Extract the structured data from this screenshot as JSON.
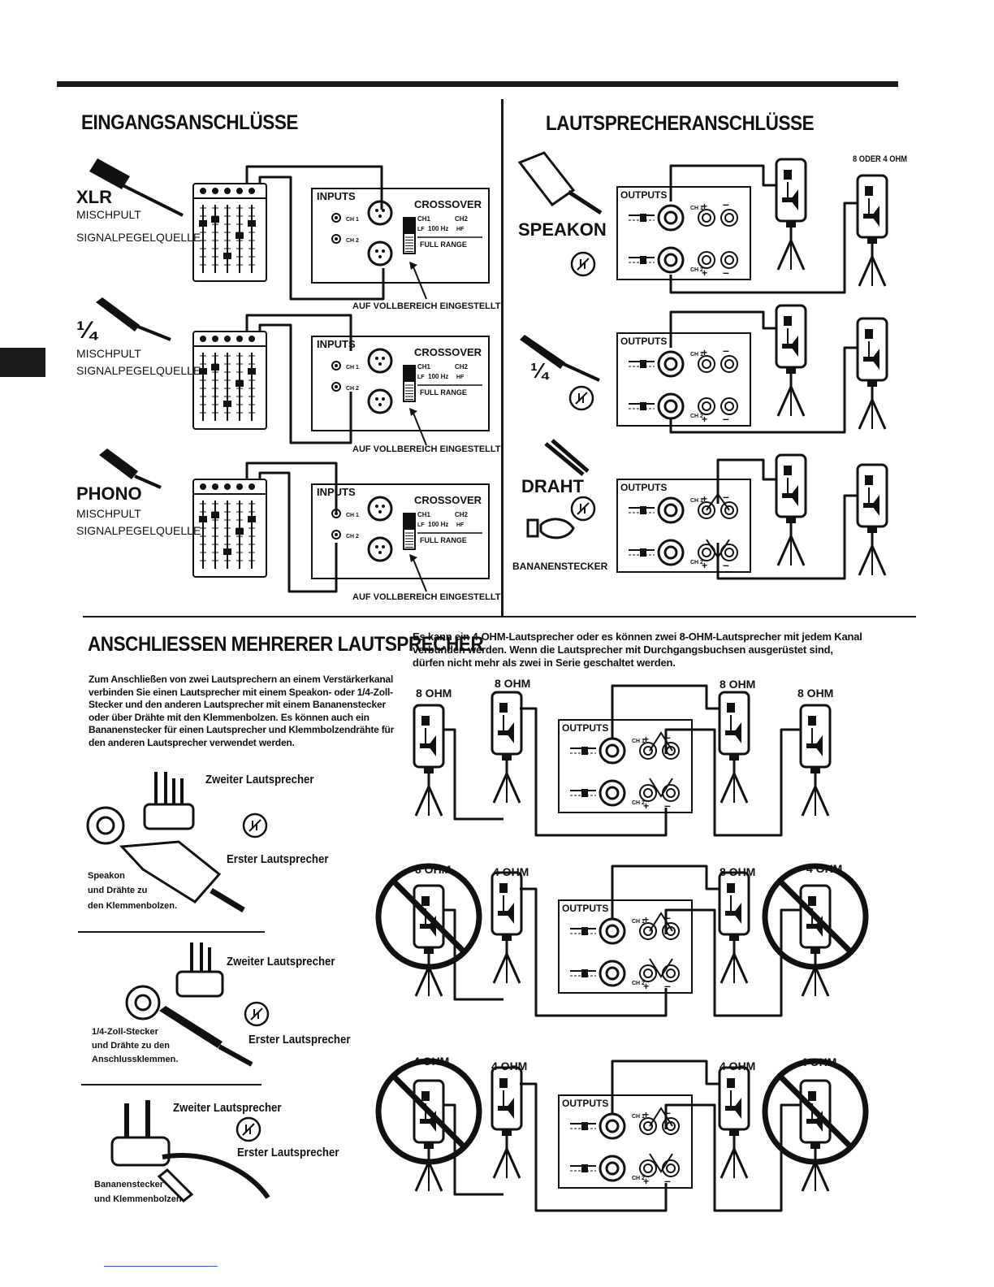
{
  "sections": {
    "inputs_title": "EINGANGSANSCHLÜSSE",
    "speakers_title": "LAUTSPRECHERANSCHLÜSSE",
    "multi_title": "ANSCHLIESSEN MEHRERER LAUTSPRECHER"
  },
  "input_rows": [
    {
      "connector": "XLR",
      "line1": "MISCHPULT",
      "line2": "SIGNALPEGELQUELLE",
      "note": "AUF VOLLBEREICH EINGESTELLT"
    },
    {
      "connector": "¼",
      "line1": "MISCHPULT",
      "line2": "SIGNALPEGELQUELLE",
      "note": "AUF VOLLBEREICH EINGESTELLT"
    },
    {
      "connector": "PHONO",
      "line1": "MISCHPULT",
      "line2": "SIGNALPEGELQUELLE",
      "note": "AUF VOLLBEREICH EINGESTELLT"
    }
  ],
  "amp_panel": {
    "inputs": "INPUTS",
    "crossover": "CROSSOVER",
    "ch1": "CH 1",
    "ch2": "CH 2",
    "ch1_short": "CH1",
    "ch2_short": "CH2",
    "freq": "100 Hz",
    "lf": "LF",
    "hf": "HF",
    "full_range": "FULL RANGE",
    "outputs": "OUTPUTS"
  },
  "speaker_rows": [
    {
      "connector": "SPEAKON",
      "ohm": "8 ODER 4 OHM"
    },
    {
      "connector": "¼"
    },
    {
      "connector": "DRAHT",
      "extra": "BANANENSTECKER"
    }
  ],
  "multi_text": {
    "left_para": "Zum Anschließen von zwei Lautsprechern an einem Verstärkerkanal verbinden Sie einen Lautsprecher mit einem Speakon- oder 1/4-Zoll-Stecker und den anderen Lautsprecher mit einem Bananenstecker oder über Drähte mit den Klemmenbolzen. Es können auch ein Bananenstecker für einen Lautsprecher und Klemmbolzendrähte für den anderen Lautsprecher verwendet werden.",
    "right_para": "Es kann ein 4-OHM-Lautsprecher oder es können zwei 8-OHM-Lautsprecher mit jedem Kanal verbunden werden. Wenn die Lautsprecher mit Durchgangsbuchsen ausgerüstet sind, dürfen nicht mehr als zwei in Serie geschaltet werden."
  },
  "connector_examples": [
    {
      "second": "Zweiter Lautsprecher",
      "first": "Erster Lautsprecher",
      "caption": [
        "Speakon",
        "und Drähte zu",
        "den Klemmenbolzen."
      ]
    },
    {
      "second": "Zweiter Lautsprecher",
      "first": "Erster Lautsprecher",
      "caption": [
        "1/4-Zoll-Stecker",
        "und Drähte zu den",
        "Anschlussklemmen."
      ]
    },
    {
      "second": "Zweiter Lautsprecher",
      "first": "Erster Lautsprecher",
      "caption": [
        "Bananenstecker",
        "und Klemmenbolzen"
      ]
    }
  ],
  "multi_rows": [
    {
      "ohms": [
        "8 OHM",
        "8 OHM",
        "8 OHM",
        "8 OHM"
      ],
      "crossed": [
        false,
        false
      ]
    },
    {
      "ohms": [
        "8 OHM",
        "4 OHM",
        "8 OHM",
        "4 OHM"
      ],
      "crossed": [
        true,
        true
      ]
    },
    {
      "ohms": [
        "4 OHM",
        "4 OHM",
        "4 OHM",
        "4 OHM"
      ],
      "crossed": [
        true,
        true
      ]
    }
  ]
}
